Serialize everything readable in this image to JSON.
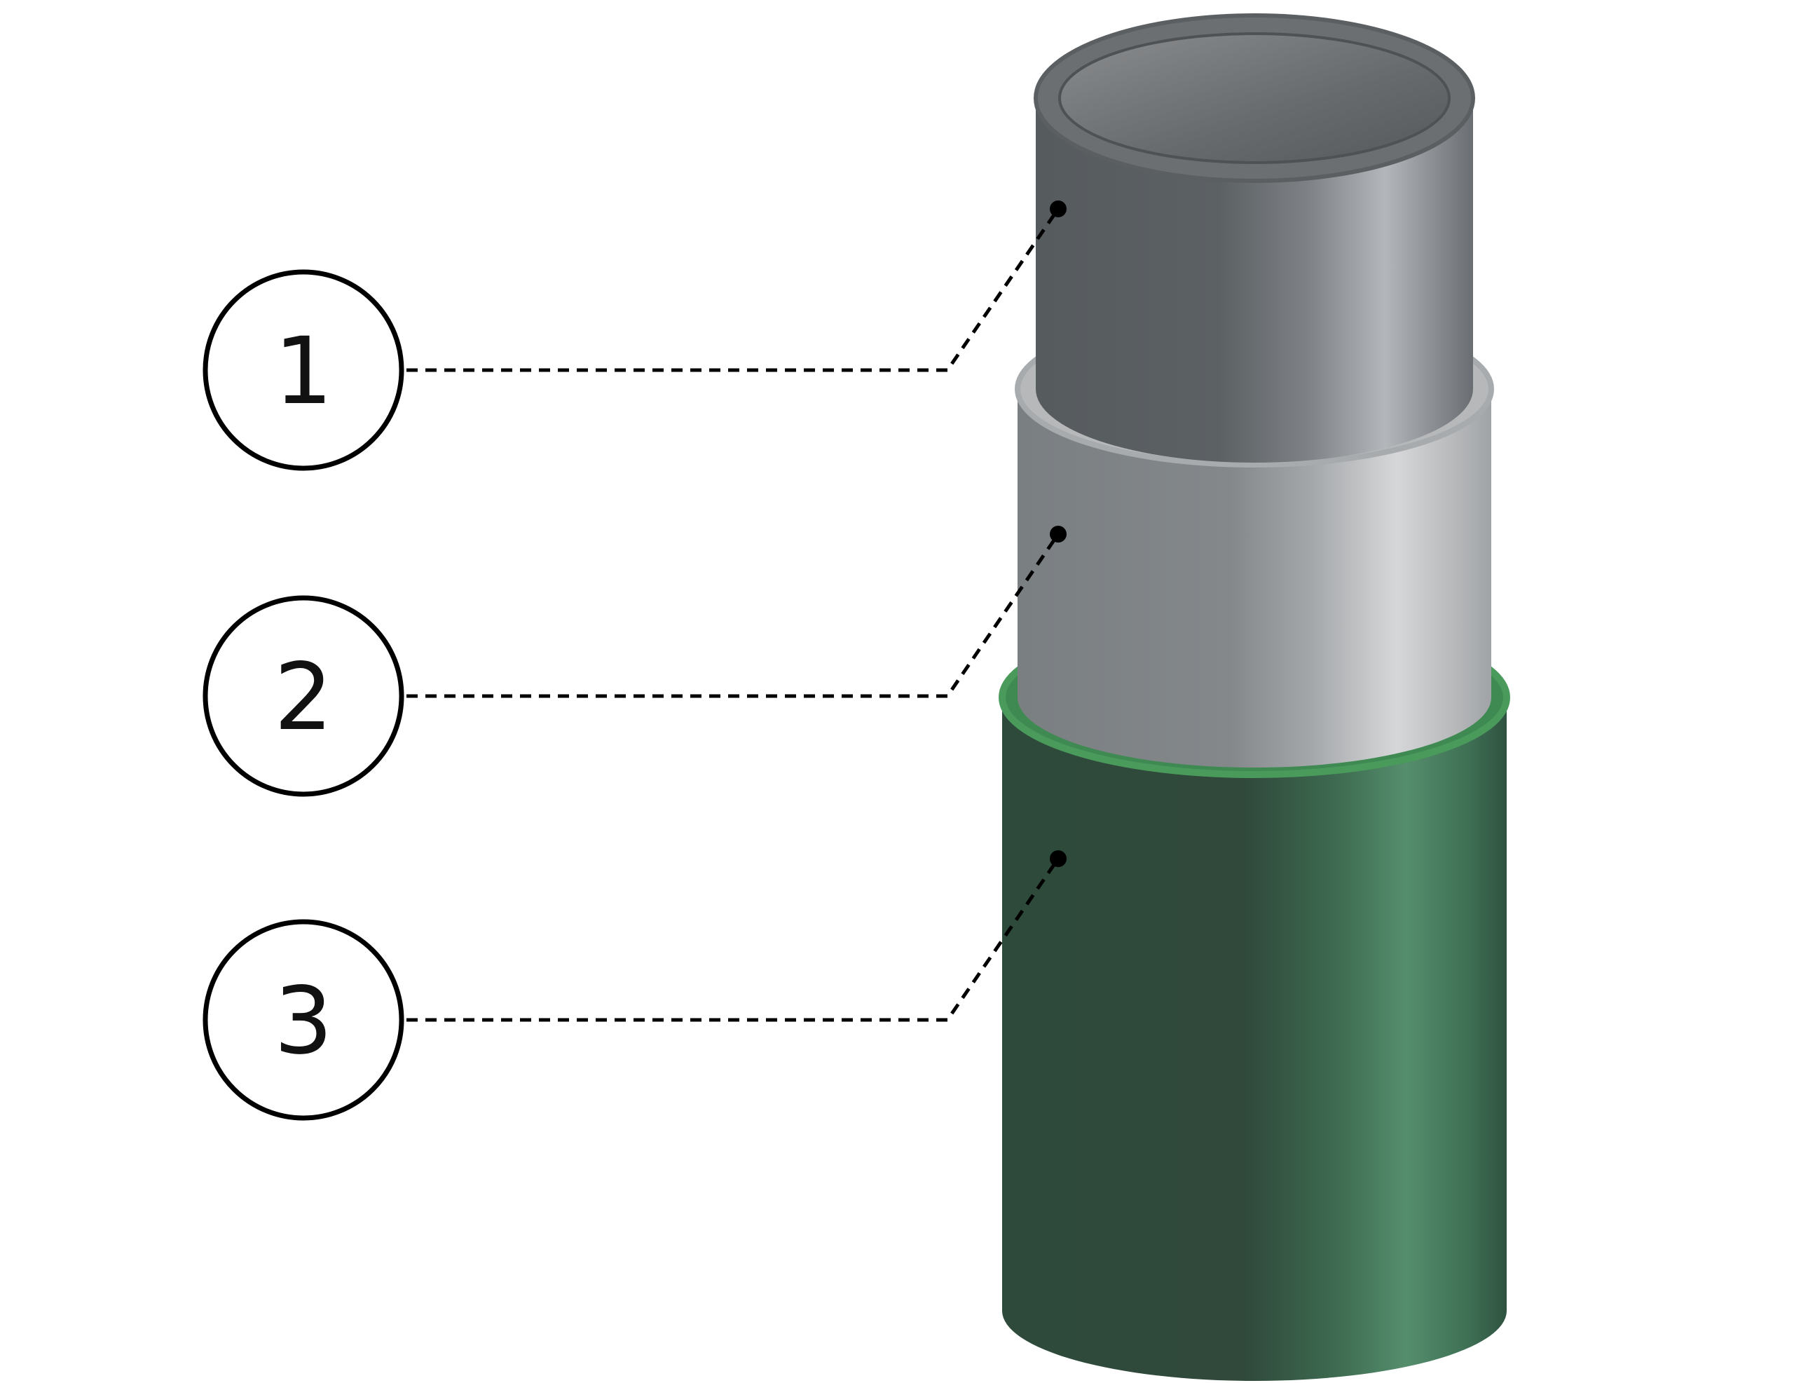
{
  "diagram": {
    "colors": {
      "background": "#ffffff",
      "layer_1_steel": "#5a5f62",
      "layer_2_adhesive": "#8a8d90",
      "layer_3_coating": "#2f4a3b",
      "coating_rim": "#4a9a5c",
      "line": "#000000"
    },
    "callouts": [
      {
        "label": "1"
      },
      {
        "label": "2"
      },
      {
        "label": "3"
      }
    ]
  }
}
